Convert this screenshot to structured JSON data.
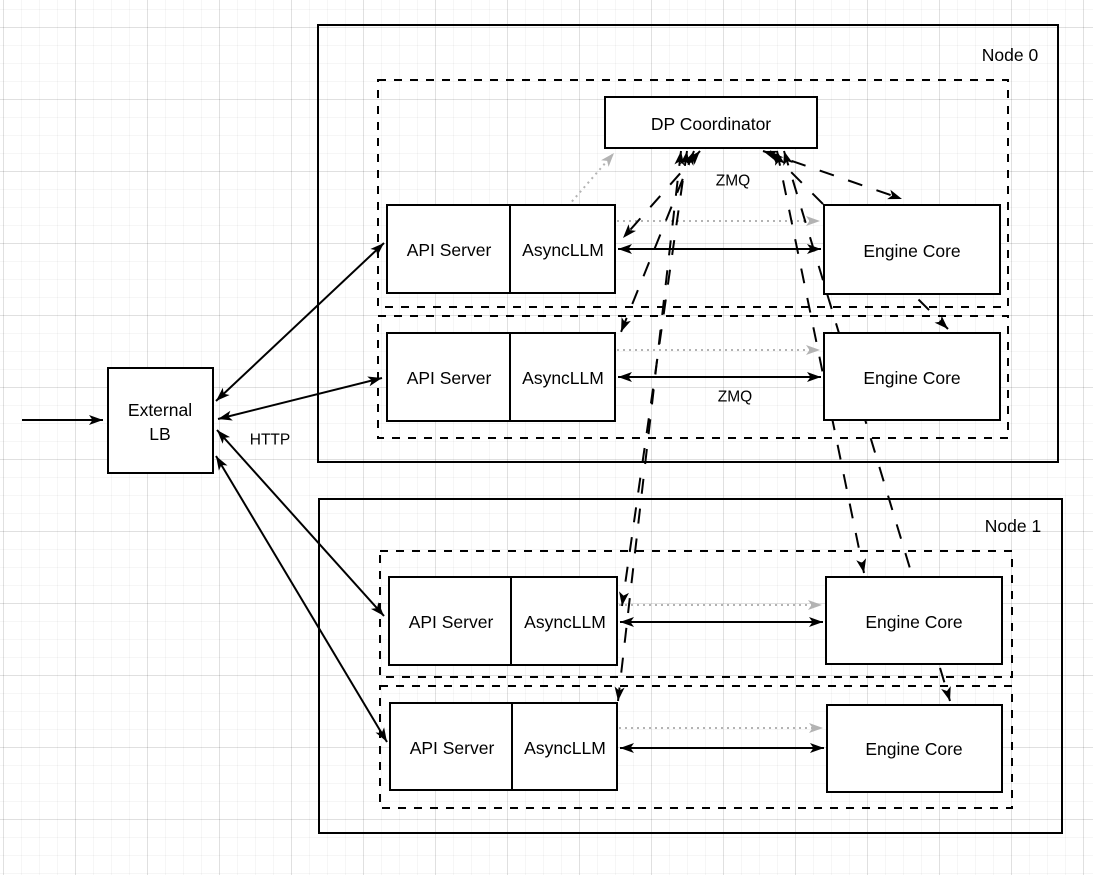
{
  "external_lb": {
    "line1": "External",
    "line2": "LB"
  },
  "edge_labels": {
    "http": "HTTP",
    "zmq_coordinator": "ZMQ",
    "zmq_engine": "ZMQ"
  },
  "node0": {
    "title": "Node 0",
    "dp_coordinator": "DP Coordinator",
    "rows": [
      {
        "api_server": "API Server",
        "async_llm": "AsyncLLM",
        "engine_core": "Engine Core"
      },
      {
        "api_server": "API Server",
        "async_llm": "AsyncLLM",
        "engine_core": "Engine Core"
      }
    ]
  },
  "node1": {
    "title": "Node 1",
    "rows": [
      {
        "api_server": "API Server",
        "async_llm": "AsyncLLM",
        "engine_core": "Engine Core"
      },
      {
        "api_server": "API Server",
        "async_llm": "AsyncLLM",
        "engine_core": "Engine Core"
      }
    ]
  },
  "colors": {
    "stroke": "#000000",
    "dotted_gray": "#b3b3b3",
    "box_fill": "#ffffff",
    "grid_minor": "#f7f7f7",
    "grid_major": "#e8e8e8"
  }
}
